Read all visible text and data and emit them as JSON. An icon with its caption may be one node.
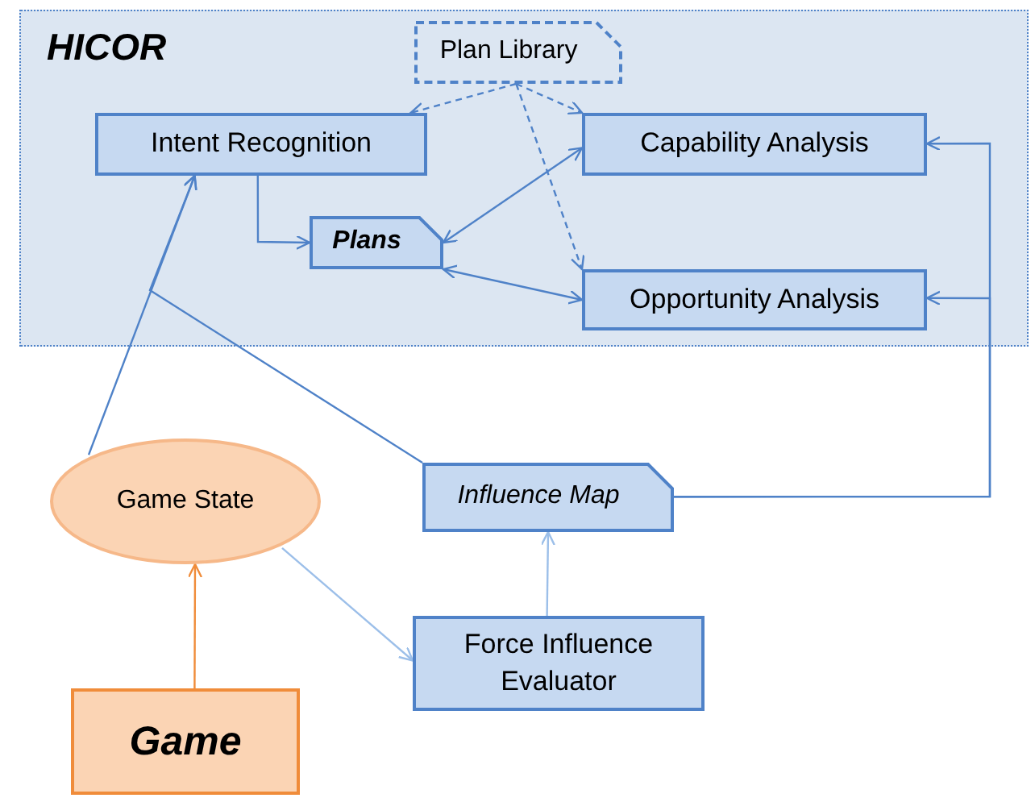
{
  "diagram": {
    "nodes": [
      {
        "text": [
          "HICOR"
        ]
      },
      {
        "text": [
          "Plan Library"
        ],
        "in": 0
      },
      {
        "text": [
          "Intent Recognition"
        ],
        "in": 0
      },
      {
        "text": [
          "Capability Analysis"
        ],
        "in": 0
      },
      {
        "text": [
          "Plans"
        ],
        "in": 0
      },
      {
        "text": [
          "Opportunity Analysis"
        ],
        "in": 0
      },
      {
        "text": [
          "Game State"
        ]
      },
      {
        "text": [
          "Influence Map"
        ]
      },
      {
        "text": [
          "Force Influence Evaluator"
        ]
      },
      {
        "text": [
          "Game"
        ]
      }
    ],
    "edges": [
      {
        "from": 1,
        "to": 2,
        "arrow": "to",
        "style": "dashed"
      },
      {
        "from": 1,
        "to": 3,
        "arrow": "to",
        "style": "dashed"
      },
      {
        "from": 1,
        "to": 5,
        "arrow": "to",
        "style": "dashed"
      },
      {
        "from": 2,
        "to": 4,
        "arrow": "to"
      },
      {
        "from": 4,
        "to": 3,
        "arrow": "both"
      },
      {
        "from": 4,
        "to": 5,
        "arrow": "both"
      },
      {
        "from": 6,
        "to": 2,
        "arrow": "to"
      },
      {
        "from": 7,
        "to": 2,
        "arrow": "to"
      },
      {
        "from": 7,
        "to": 3,
        "arrow": "to"
      },
      {
        "from": 7,
        "to": 5,
        "arrow": "to"
      },
      {
        "from": 6,
        "to": 8,
        "arrow": "to",
        "color": "#9cbfe9"
      },
      {
        "from": 8,
        "to": 7,
        "arrow": "to",
        "color": "#9cbfe9"
      },
      {
        "from": 9,
        "to": 6,
        "arrow": "to",
        "color": "#f08c3a"
      }
    ]
  }
}
